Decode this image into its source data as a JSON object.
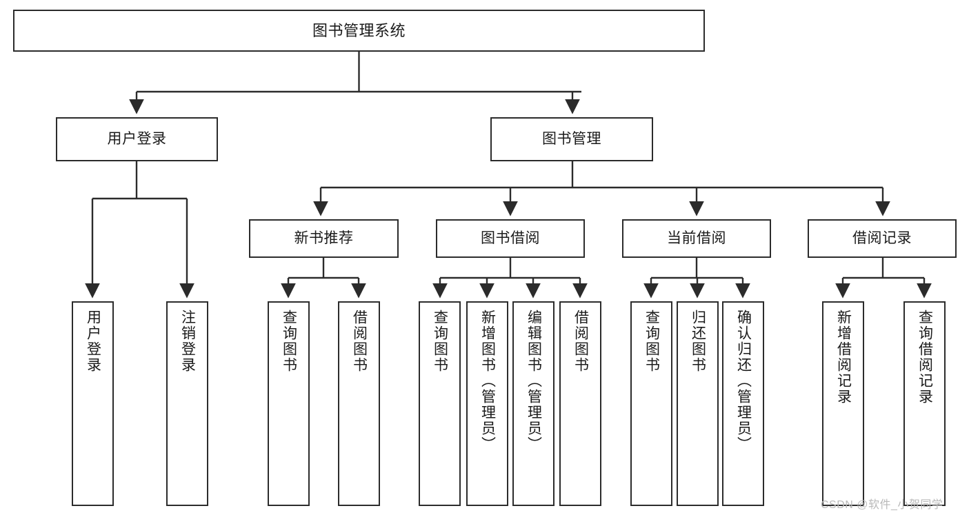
{
  "diagram": {
    "title": "图书管理系统",
    "type": "tree-hierarchy-chart",
    "watermark": "CSDN @软件_小贺同学",
    "colors": {
      "border": "#2b2b2b",
      "background": "#ffffff",
      "text": "#1a1a1a",
      "connector": "#2b2b2b",
      "watermark": "#b9b9b9"
    },
    "nodes": {
      "root": {
        "label": "图书管理系统"
      },
      "level2": [
        {
          "id": "user-login",
          "label": "用户登录"
        },
        {
          "id": "book-management",
          "label": "图书管理"
        }
      ],
      "level3": [
        {
          "id": "new-book-recommend",
          "label": "新书推荐"
        },
        {
          "id": "book-borrow",
          "label": "图书借阅"
        },
        {
          "id": "current-borrow",
          "label": "当前借阅"
        },
        {
          "id": "borrow-record",
          "label": "借阅记录"
        }
      ],
      "leaves": {
        "user_login": [
          {
            "id": "leaf-user-login",
            "label": "用户登录"
          },
          {
            "id": "leaf-logout-login",
            "label": "注销登录"
          }
        ],
        "new_book_recommend": [
          {
            "id": "leaf-query-book-1",
            "label": "查询图书"
          },
          {
            "id": "leaf-borrow-book-1",
            "label": "借阅图书"
          }
        ],
        "book_borrow": [
          {
            "id": "leaf-query-book-2",
            "label": "查询图书"
          },
          {
            "id": "leaf-add-book",
            "label": "新增图书（管理员）"
          },
          {
            "id": "leaf-edit-book",
            "label": "编辑图书（管理员）"
          },
          {
            "id": "leaf-borrow-book-2",
            "label": "借阅图书"
          }
        ],
        "current_borrow": [
          {
            "id": "leaf-query-book-3",
            "label": "查询图书"
          },
          {
            "id": "leaf-return-book",
            "label": "归还图书"
          },
          {
            "id": "leaf-confirm-return",
            "label": "确认归还（管理员）"
          }
        ],
        "borrow_record": [
          {
            "id": "leaf-add-record",
            "label": "新增借阅记录"
          },
          {
            "id": "leaf-query-record",
            "label": "查询借阅记录"
          }
        ]
      }
    }
  }
}
